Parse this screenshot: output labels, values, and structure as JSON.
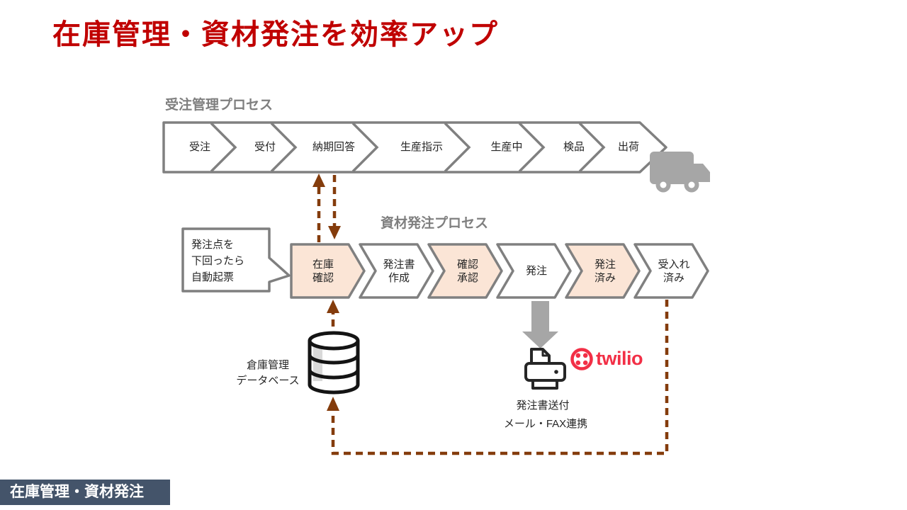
{
  "slide": {
    "title": "在庫管理・資材発注を効率アップ",
    "footer_badge": "在庫管理・資材発注"
  },
  "order_process": {
    "label": "受注管理プロセス",
    "steps": [
      "受注",
      "受付",
      "納期回答",
      "生産指示",
      "生産中",
      "検品",
      "出荷"
    ]
  },
  "material_process": {
    "label": "資材発注プロセス",
    "steps": [
      "在庫\n確認",
      "発注書\n作成",
      "確認\n承認",
      "発注",
      "発注\n済み",
      "受入れ\n済み"
    ],
    "highlighted_steps": [
      0,
      2,
      4
    ]
  },
  "callout": {
    "text": "発注点を\n下回ったら\n自動起票"
  },
  "database": {
    "label": "倉庫管理\nデータベース"
  },
  "delivery": {
    "label1": "発注書送付",
    "label2": "メール・FAX連携",
    "logo_text": "twilio"
  },
  "colors": {
    "title_red": "#C00000",
    "process_gray": "#808080",
    "highlight_peach": "#FBE5D6",
    "connector_brown": "#843C0C",
    "icon_gray": "#A6A6A6",
    "twilio_red": "#F22F46",
    "badge_bg": "#44546A"
  }
}
